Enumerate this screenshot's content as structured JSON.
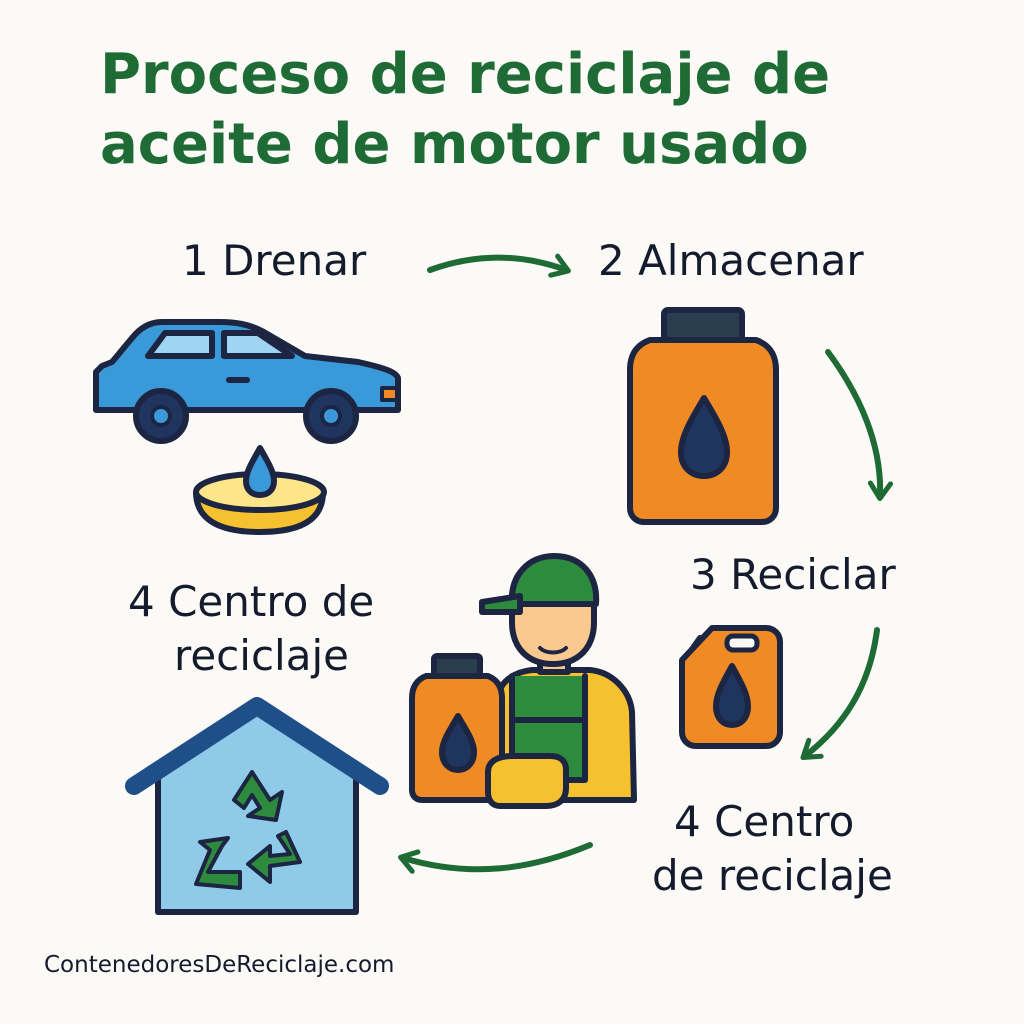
{
  "title": {
    "line1": "Proceso de reciclaje de",
    "line2": "aceite de motor usado"
  },
  "steps": {
    "drain": "1 Drenar",
    "store": "2 Almacenar",
    "recycle": "3 Reciclar",
    "center_left": {
      "line1": "4 Centro de",
      "line2": "reciclaje"
    },
    "center_right": {
      "line1": "4 Centro",
      "line2": "de reciclaje"
    }
  },
  "footer": "ContenedoresDeReciclaje.com",
  "icons": [
    "car-icon",
    "drip-pan-icon",
    "oil-jug-icon",
    "oil-canister-icon",
    "worker-icon",
    "recycling-center-icon"
  ],
  "colors": {
    "title": "#1f6b35",
    "arrow": "#1f6b35",
    "outline": "#1c2541",
    "car": "#3a9ad9",
    "container": "#f08a24",
    "pan": "#f6c12e",
    "house": "#8fcbe8",
    "recycle": "#2e8b3e"
  }
}
